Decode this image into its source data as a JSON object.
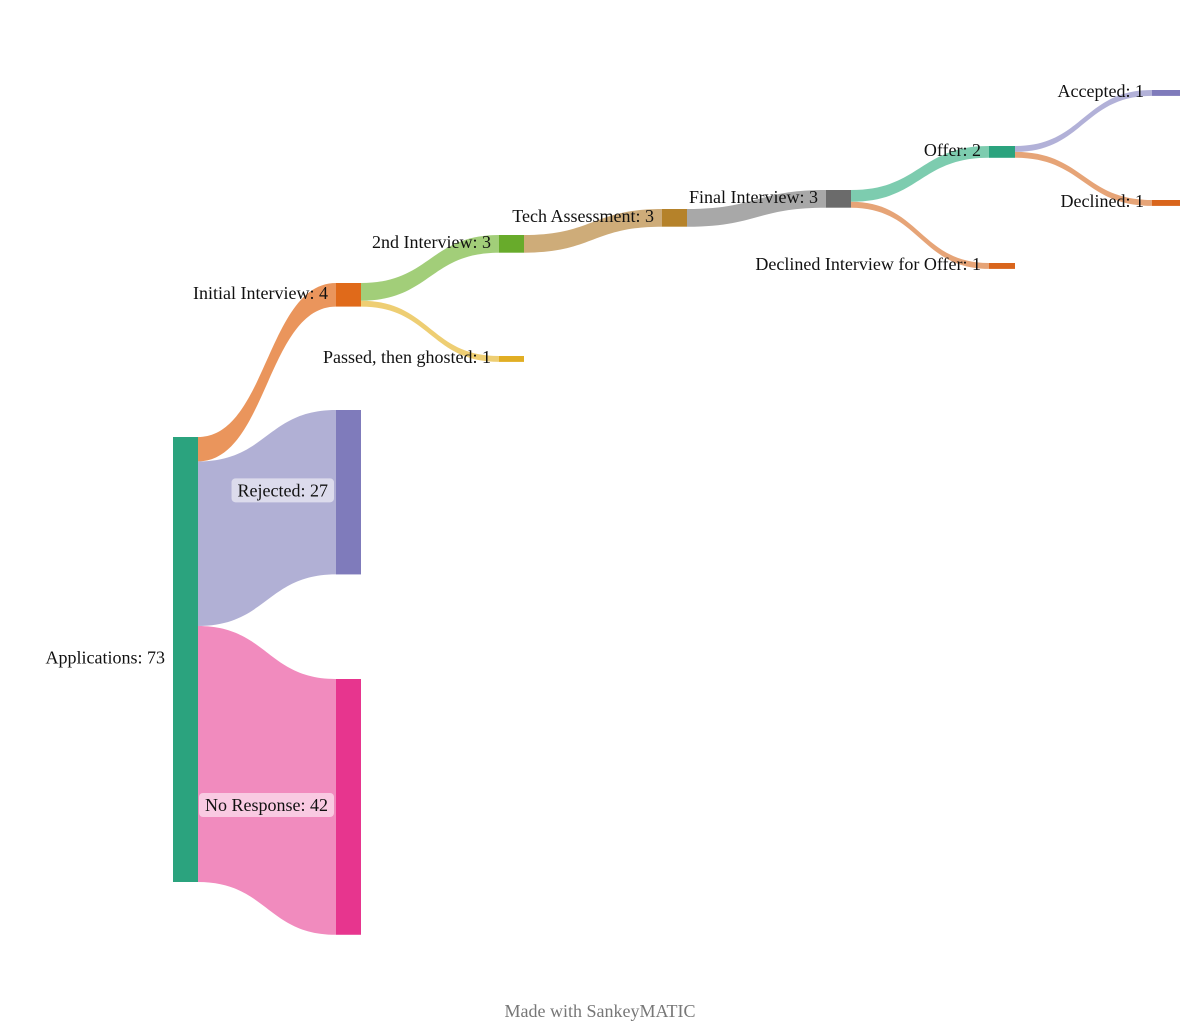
{
  "chart_data": {
    "type": "sankey",
    "title": "",
    "unit_scale_note": "flow values in applications",
    "nodes": [
      {
        "id": "applications",
        "name": "Applications",
        "value": 73,
        "color": "#2ba37e",
        "label": "Applications: 73"
      },
      {
        "id": "initial",
        "name": "Initial Interview",
        "value": 4,
        "color": "#e06a1a",
        "label": "Initial Interview: 4"
      },
      {
        "id": "rejected",
        "name": "Rejected",
        "value": 27,
        "color": "#7f7bbb",
        "label": "Rejected: 27"
      },
      {
        "id": "noresp",
        "name": "No Response",
        "value": 42,
        "color": "#e7358e",
        "label": "No Response: 42"
      },
      {
        "id": "second",
        "name": "2nd Interview",
        "value": 3,
        "color": "#68ab2b",
        "label": "2nd Interview: 3"
      },
      {
        "id": "ghosted",
        "name": "Passed, then ghosted",
        "value": 1,
        "color": "#e1ae24",
        "label": "Passed, then ghosted: 1"
      },
      {
        "id": "tech",
        "name": "Tech Assessment",
        "value": 3,
        "color": "#b5822a",
        "label": "Tech Assessment: 3"
      },
      {
        "id": "final",
        "name": "Final Interview",
        "value": 3,
        "color": "#6b6b6b",
        "label": "Final Interview: 3"
      },
      {
        "id": "offer",
        "name": "Offer",
        "value": 2,
        "color": "#2ba37e",
        "label": "Offer: 2"
      },
      {
        "id": "declinedInt",
        "name": "Declined Interview for Offer",
        "value": 1,
        "color": "#d9651c",
        "label": "Declined Interview for Offer: 1"
      },
      {
        "id": "accepted",
        "name": "Accepted",
        "value": 1,
        "color": "#7f7bbb",
        "label": "Accepted: 1"
      },
      {
        "id": "declined",
        "name": "Declined",
        "value": 1,
        "color": "#d9651c",
        "label": "Declined: 1"
      }
    ],
    "links": [
      {
        "source": "applications",
        "target": "initial",
        "value": 4
      },
      {
        "source": "applications",
        "target": "rejected",
        "value": 27
      },
      {
        "source": "applications",
        "target": "noresp",
        "value": 42
      },
      {
        "source": "initial",
        "target": "second",
        "value": 3
      },
      {
        "source": "initial",
        "target": "ghosted",
        "value": 1
      },
      {
        "source": "second",
        "target": "tech",
        "value": 3
      },
      {
        "source": "tech",
        "target": "final",
        "value": 3
      },
      {
        "source": "final",
        "target": "offer",
        "value": 2
      },
      {
        "source": "final",
        "target": "declinedInt",
        "value": 1
      },
      {
        "source": "offer",
        "target": "accepted",
        "value": 1
      },
      {
        "source": "offer",
        "target": "declined",
        "value": 1
      }
    ]
  },
  "footer": {
    "credit": "Made with SankeyMATIC"
  }
}
